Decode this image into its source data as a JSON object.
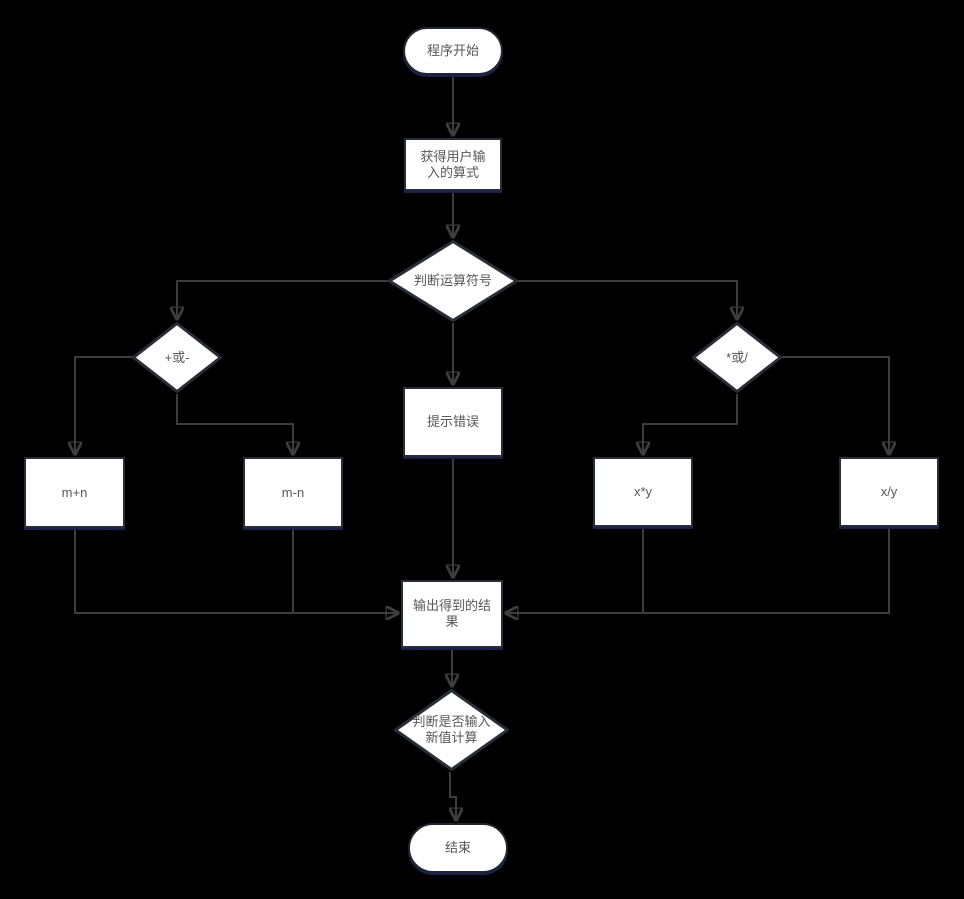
{
  "canvas": {
    "background": "#000000"
  },
  "styles": {
    "node_fill": "#ffffff",
    "node_border": "#272e38",
    "node_shadow": "#18214d",
    "connector_color": "#3d3d3d",
    "text_color": "#575757"
  },
  "nodes": {
    "start": {
      "label": "程序开始",
      "type": "terminator"
    },
    "get_input": {
      "label": "获得用户输入的算式",
      "type": "process"
    },
    "check_operator": {
      "label": "判断运算符号",
      "type": "decision"
    },
    "plus_minus": {
      "label": "+或-",
      "type": "decision"
    },
    "mul_div": {
      "label": "*或/",
      "type": "decision"
    },
    "show_error": {
      "label": "提示错误",
      "type": "process"
    },
    "add": {
      "label": "m+n",
      "type": "process"
    },
    "sub": {
      "label": "m-n",
      "type": "process"
    },
    "mul": {
      "label": "x*y",
      "type": "process"
    },
    "div": {
      "label": "x/y",
      "type": "process"
    },
    "output": {
      "label": "输出得到的结果",
      "type": "process"
    },
    "check_repeat": {
      "label": "判断是否输入新值计算",
      "type": "decision"
    },
    "end": {
      "label": "结束",
      "type": "terminator"
    }
  },
  "edges": [
    {
      "from": "start",
      "to": "get_input"
    },
    {
      "from": "get_input",
      "to": "check_operator"
    },
    {
      "from": "check_operator",
      "to": "plus_minus"
    },
    {
      "from": "check_operator",
      "to": "mul_div"
    },
    {
      "from": "check_operator",
      "to": "show_error"
    },
    {
      "from": "plus_minus",
      "to": "add"
    },
    {
      "from": "plus_minus",
      "to": "sub"
    },
    {
      "from": "mul_div",
      "to": "mul"
    },
    {
      "from": "mul_div",
      "to": "div"
    },
    {
      "from": "add",
      "to": "output"
    },
    {
      "from": "sub",
      "to": "output"
    },
    {
      "from": "mul",
      "to": "output"
    },
    {
      "from": "div",
      "to": "output"
    },
    {
      "from": "show_error",
      "to": "output"
    },
    {
      "from": "output",
      "to": "check_repeat"
    },
    {
      "from": "check_repeat",
      "to": "end"
    }
  ]
}
